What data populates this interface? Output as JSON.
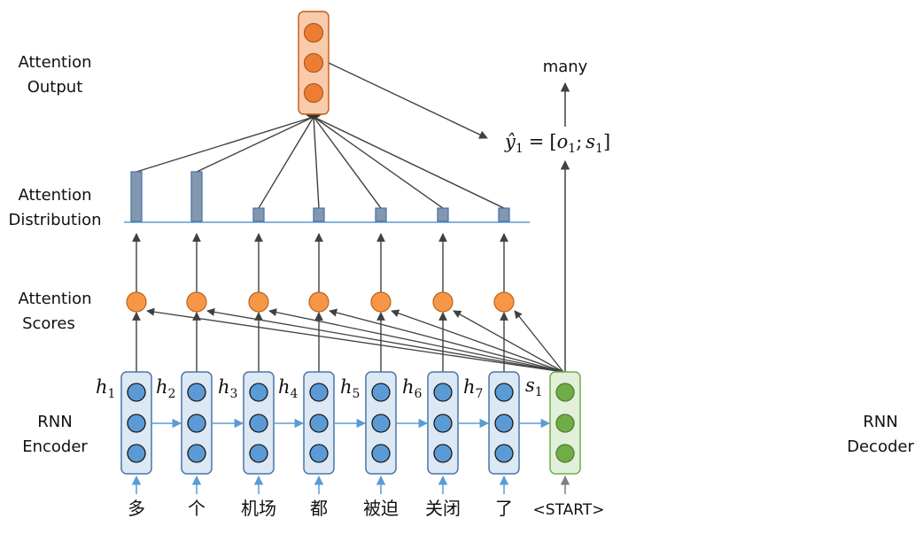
{
  "labels": {
    "attention_output": [
      "Attention",
      "Output"
    ],
    "attention_distribution": [
      "Attention",
      "Distribution"
    ],
    "attention_scores": [
      "Attention",
      "Scores"
    ],
    "rnn_encoder": [
      "RNN",
      "Encoder"
    ],
    "rnn_decoder": [
      "RNN",
      "Decoder"
    ]
  },
  "output_word": "many",
  "prediction_formula": {
    "lhs": "ŷ",
    "lhs_sub": "1",
    "equals": "=",
    "open": "[",
    "o": "o",
    "o_sub": "1",
    "sep": ";",
    "s": "s",
    "s_sub": "1",
    "close": "]"
  },
  "encoder": {
    "hidden_state_symbol": "h",
    "steps": [
      {
        "token": "多",
        "hidden_index": "1",
        "attention_weight": 0.3
      },
      {
        "token": "个",
        "hidden_index": "2",
        "attention_weight": 0.3
      },
      {
        "token": "机场",
        "hidden_index": "3",
        "attention_weight": 0.08
      },
      {
        "token": "都",
        "hidden_index": "4",
        "attention_weight": 0.08
      },
      {
        "token": "被迫",
        "hidden_index": "5",
        "attention_weight": 0.08
      },
      {
        "token": "关闭",
        "hidden_index": "6",
        "attention_weight": 0.08
      },
      {
        "token": "了",
        "hidden_index": "7",
        "attention_weight": 0.08
      }
    ]
  },
  "decoder": {
    "state_symbol": "s",
    "state_index": "1",
    "input_token": "<START>"
  },
  "colors": {
    "encoder_box_fill": "#dde8f5",
    "encoder_box_stroke": "#4a76a8",
    "encoder_neuron": "#5b9bd5",
    "decoder_box_fill": "#e2efda",
    "decoder_box_stroke": "#70ad47",
    "decoder_neuron": "#70ad47",
    "score_neuron": "#f79646",
    "output_box_fill": "#f8cbad",
    "output_box_stroke": "#c55a11",
    "output_neuron": "#ed7d31",
    "attention_bar": "#8497b0",
    "attention_bar_stroke": "#4a76a8",
    "baseline": "#5b9bd5",
    "recurrent_arrow": "#5b9bd5",
    "arrow": "#404040"
  }
}
